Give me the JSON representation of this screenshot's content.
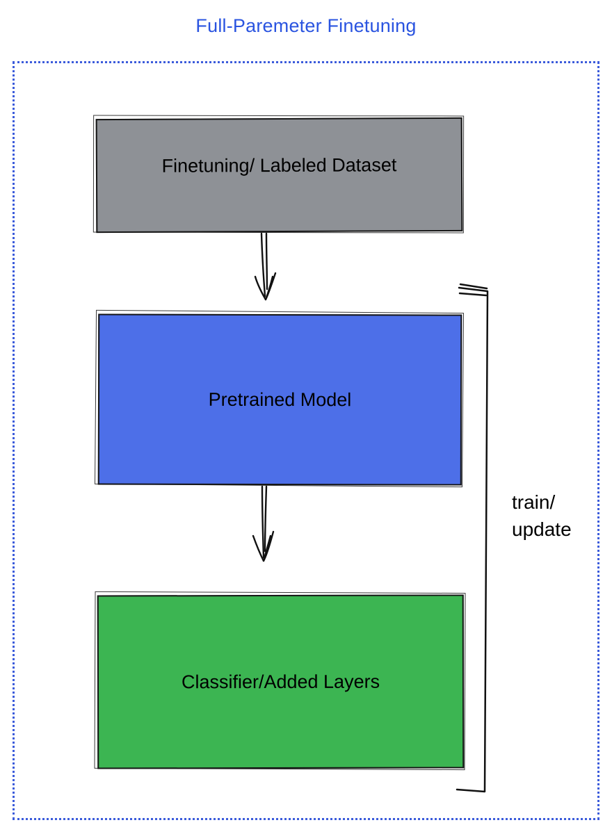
{
  "title": "Full-Paremeter Finetuning",
  "boxes": {
    "dataset": {
      "label": "Finetuning/ Labeled Dataset",
      "color": "#8e9196"
    },
    "pretrained": {
      "label": "Pretrained Model",
      "color": "#4d6fe8"
    },
    "classifier": {
      "label": "Classifier/Added Layers",
      "color": "#3cb552"
    }
  },
  "bracket": {
    "label_line1": "train/",
    "label_line2": "update"
  },
  "colors": {
    "title_text": "#2a54e0",
    "frame_border": "#3b5bdb",
    "sketch_stroke": "#111111"
  }
}
